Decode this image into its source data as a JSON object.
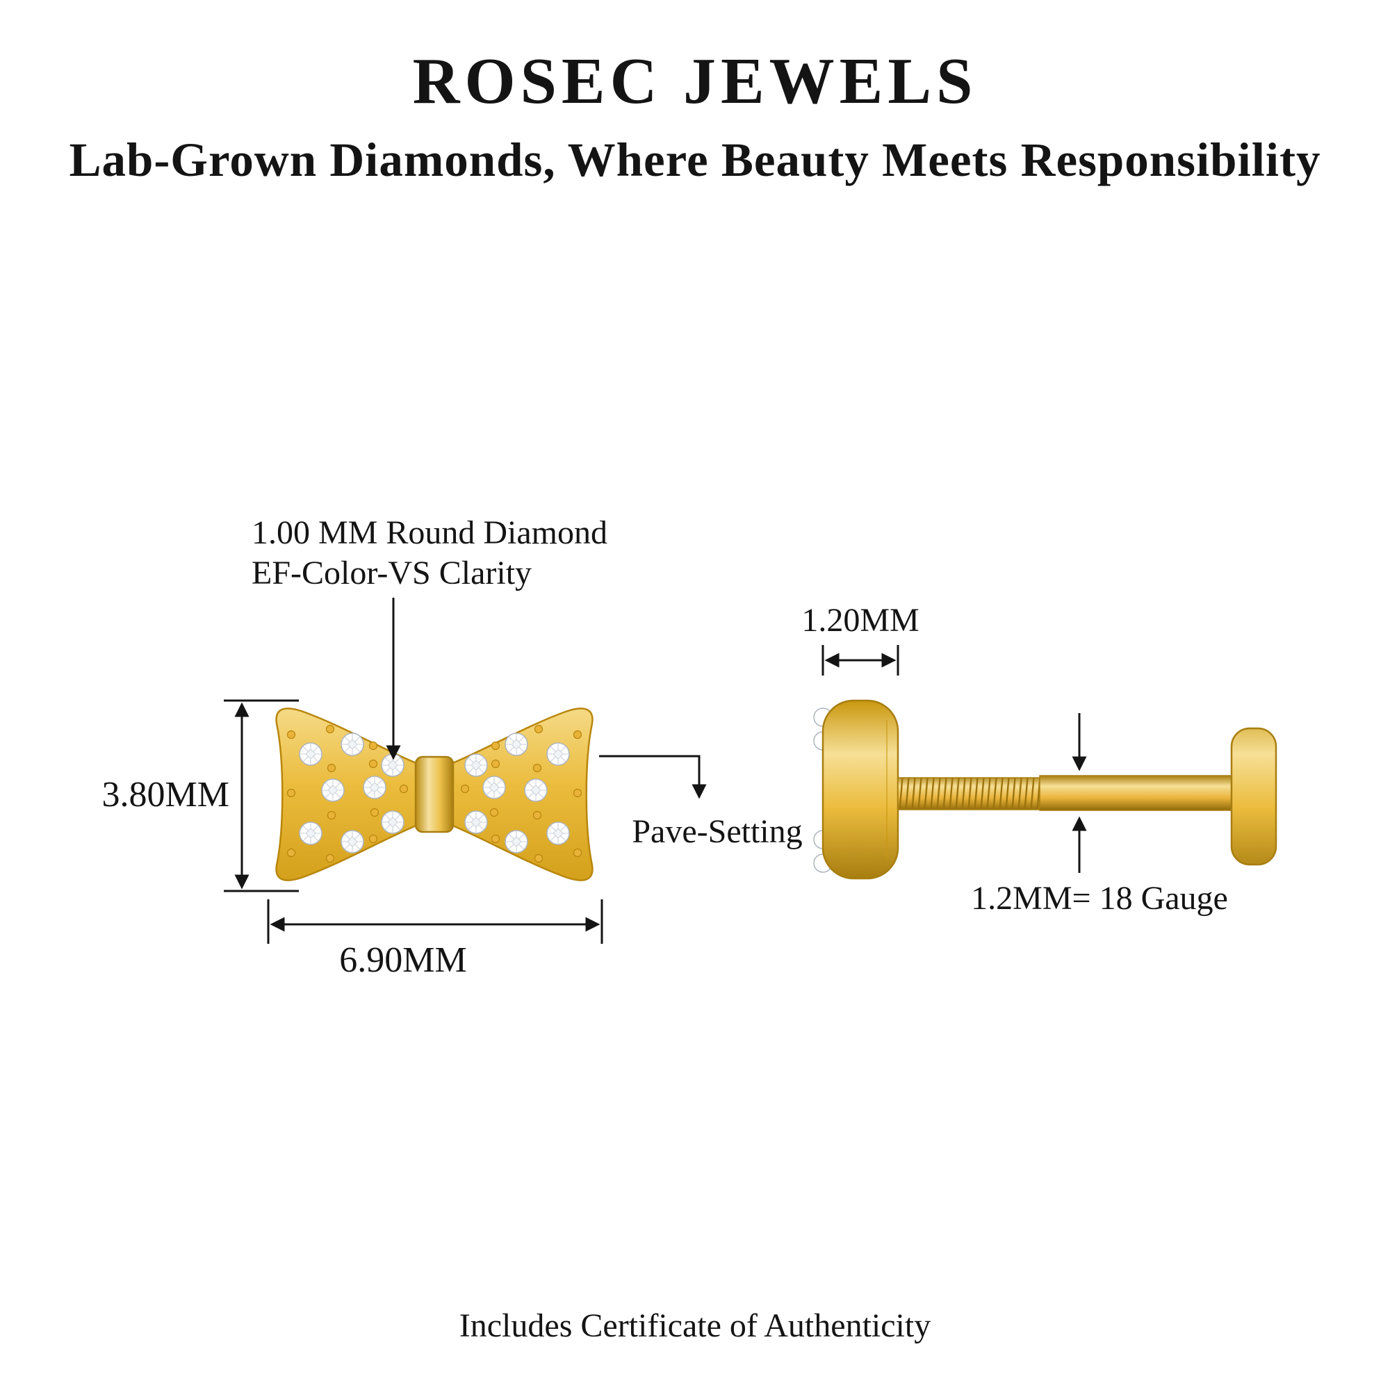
{
  "header": {
    "brand": "ROSEC JEWELS",
    "tagline": "Lab-Grown Diamonds, Where Beauty Meets Responsibility"
  },
  "front_view": {
    "stone_annotation_line1": "1.00 MM Round Diamond",
    "stone_annotation_line2": "EF-Color-VS Clarity",
    "height_label": "3.80MM",
    "width_label": "6.90MM",
    "setting_label": "Pave-Setting"
  },
  "side_view": {
    "head_width_label": "1.20MM",
    "gauge_label": "1.2MM= 18 Gauge"
  },
  "footer": {
    "note": "Includes Certificate of Authenticity"
  },
  "colors": {
    "gold": "#E9B33A",
    "gold_dark": "#B8860B",
    "gold_light": "#F6E1A0",
    "diamond_white": "#FEFEFE",
    "diamond_stroke": "#ADB5BD",
    "annotation_text": "#141414",
    "background": "#FFFFFF"
  }
}
